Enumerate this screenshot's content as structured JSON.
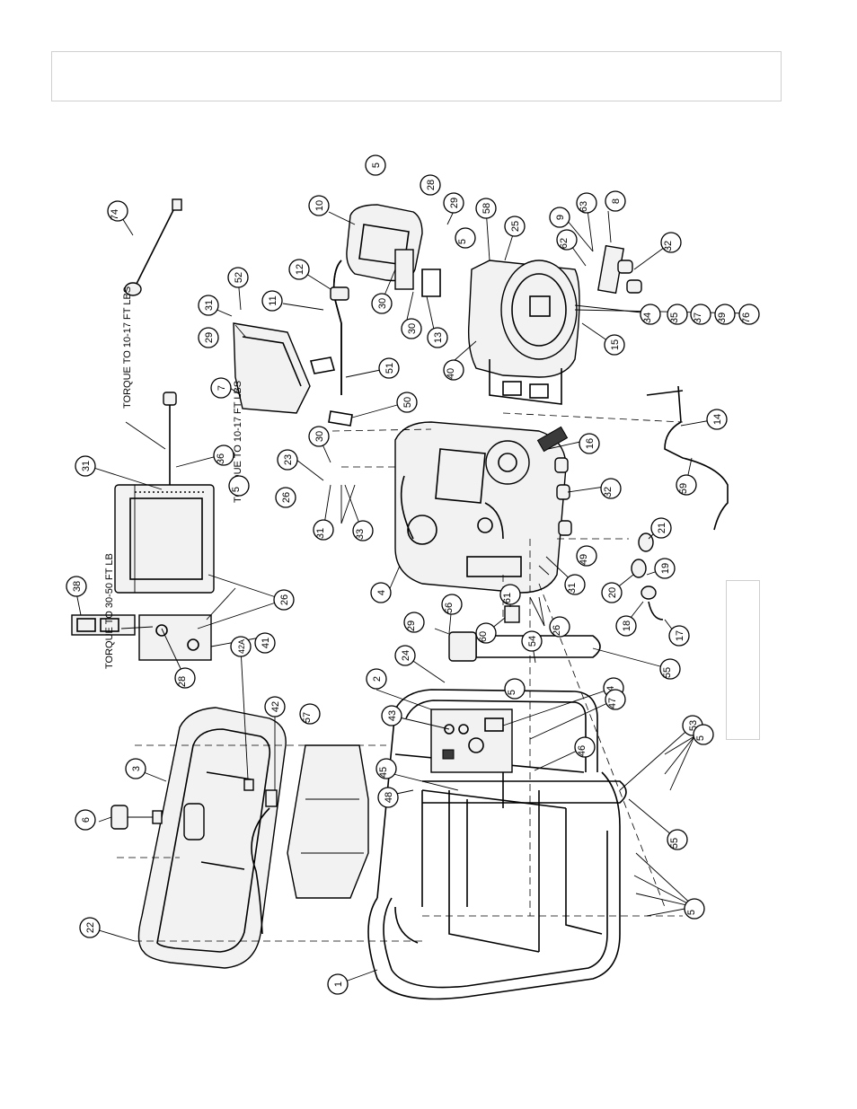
{
  "header": {
    "title": ""
  },
  "side_panel": {
    "text": ""
  },
  "notes": [
    {
      "id": "torque-a",
      "text": "TORQUE TO 10-17 FT LBS"
    },
    {
      "id": "torque-b",
      "text": "TORQUE TO 10-17 FT LBS"
    },
    {
      "id": "torque-c",
      "text": "TORQUE TO 30-50 FT LB"
    }
  ],
  "callouts": [
    "1",
    "2",
    "3",
    "4",
    "5",
    "6",
    "7",
    "8",
    "9",
    "10",
    "11",
    "12",
    "13",
    "14",
    "15",
    "16",
    "17",
    "18",
    "19",
    "20",
    "21",
    "22",
    "23",
    "24",
    "25",
    "26",
    "28",
    "29",
    "30",
    "31",
    "32",
    "33",
    "34",
    "35",
    "36",
    "37",
    "38",
    "39",
    "40",
    "41",
    "42",
    "42A",
    "43",
    "44",
    "45",
    "46",
    "47",
    "48",
    "49",
    "50",
    "51",
    "52",
    "53",
    "54",
    "55",
    "56",
    "57",
    "58",
    "59",
    "60",
    "61",
    "62",
    "63",
    "74",
    "76"
  ]
}
